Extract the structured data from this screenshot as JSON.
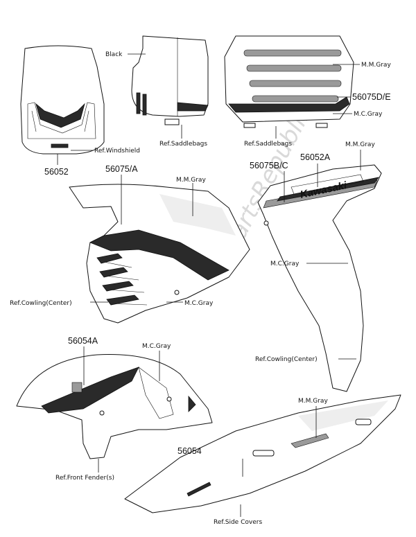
{
  "watermark": "PartsRepublik",
  "callouts": {
    "black": "Black",
    "mm_gray_top": "M.M.Gray",
    "p56075de": "56075D/E",
    "mc_gray_top": "M.C.Gray",
    "ref_windshield": "Ref.Windshield",
    "p56052": "56052",
    "ref_saddlebags_left": "Ref.Saddlebags",
    "ref_saddlebags_right": "Ref.Saddlebags",
    "p56075a": "56075/A",
    "mm_gray_cowl": "M.M.Gray",
    "p56075bc": "56075B/C",
    "p56052a": "56052A",
    "mm_gray_side": "M.M.Gray",
    "mc_gray_side": "M.C.Gray",
    "ref_cowling_center_left": "Ref.Cowling(Center)",
    "mc_gray_cowl": "M.C.Gray",
    "ref_cowling_center_right": "Ref.Cowling(Center)",
    "p56054a": "56054A",
    "mc_gray_fender": "M.C.Gray",
    "ref_front_fender": "Ref.Front Fender(s)",
    "mm_gray_cover": "M.M.Gray",
    "p56054": "56054",
    "ref_side_covers": "Ref.Side Covers"
  },
  "decals": {
    "brand": "Kawasaki"
  }
}
